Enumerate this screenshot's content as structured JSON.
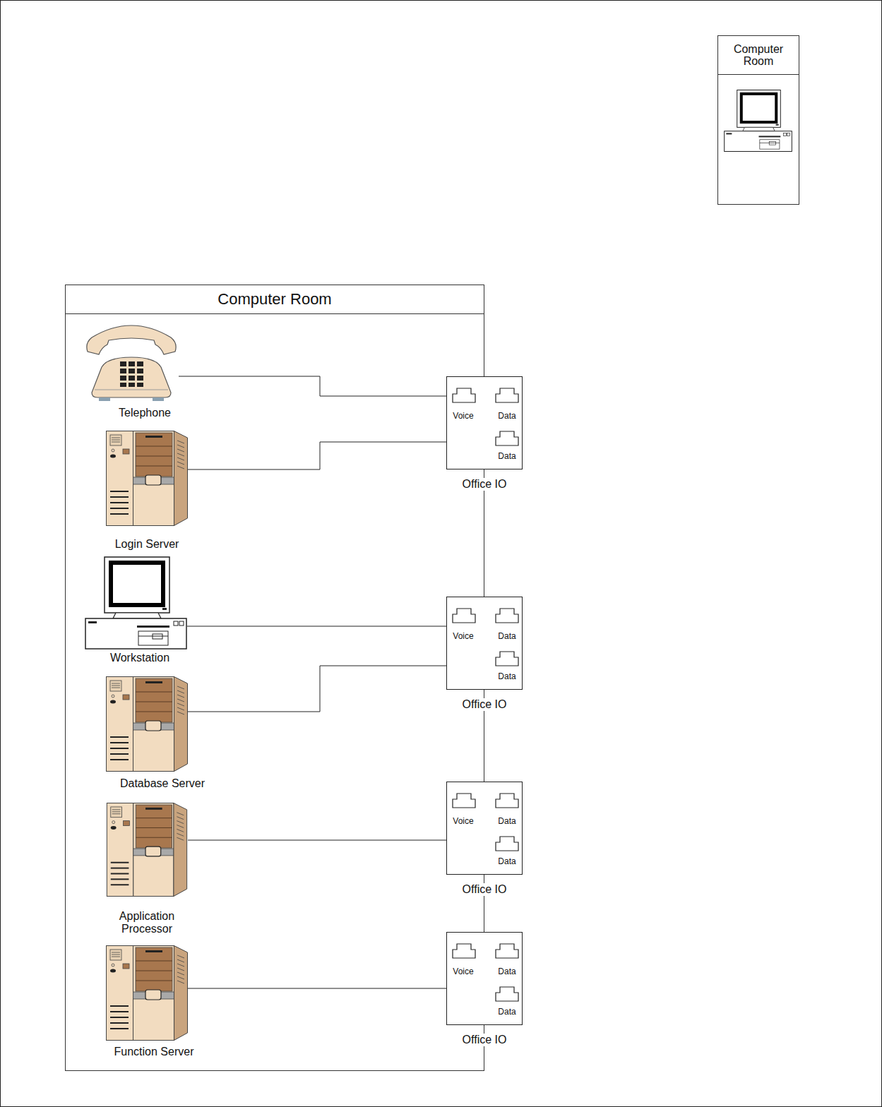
{
  "diagram": {
    "nodes": [
      {
        "text": [
          "Computer Room"
        ]
      },
      {
        "text": [
          "Computer Room"
        ]
      },
      {
        "text": [
          "Telephone"
        ],
        "in": 1
      },
      {
        "text": [
          "Voice",
          "Data",
          "Data",
          "Office IO"
        ],
        "in": 1
      },
      {
        "text": [
          "Login Server"
        ],
        "in": 1
      },
      {
        "text": [
          "Workstation"
        ],
        "in": 1
      },
      {
        "text": [
          "Voice",
          "Data",
          "Data",
          "Office IO"
        ],
        "in": 1
      },
      {
        "text": [
          "Database Server"
        ],
        "in": 1
      },
      {
        "text": [
          "Application Processor"
        ],
        "in": 1
      },
      {
        "text": [
          "Voice",
          "Data",
          "Data",
          "Office IO"
        ],
        "in": 1
      },
      {
        "text": [
          "Function Server"
        ],
        "in": 1
      },
      {
        "text": [
          "Voice",
          "Data",
          "Data",
          "Office IO"
        ],
        "in": 1
      }
    ],
    "edges": [
      {
        "from": 2,
        "to": 3,
        "arrow": "none"
      },
      {
        "from": 4,
        "to": 3,
        "arrow": "none"
      },
      {
        "from": 5,
        "to": 6,
        "arrow": "none"
      },
      {
        "from": 7,
        "to": 6,
        "arrow": "none"
      },
      {
        "from": 8,
        "to": 9,
        "arrow": "none"
      },
      {
        "from": 10,
        "to": 11,
        "arrow": "none"
      }
    ]
  }
}
